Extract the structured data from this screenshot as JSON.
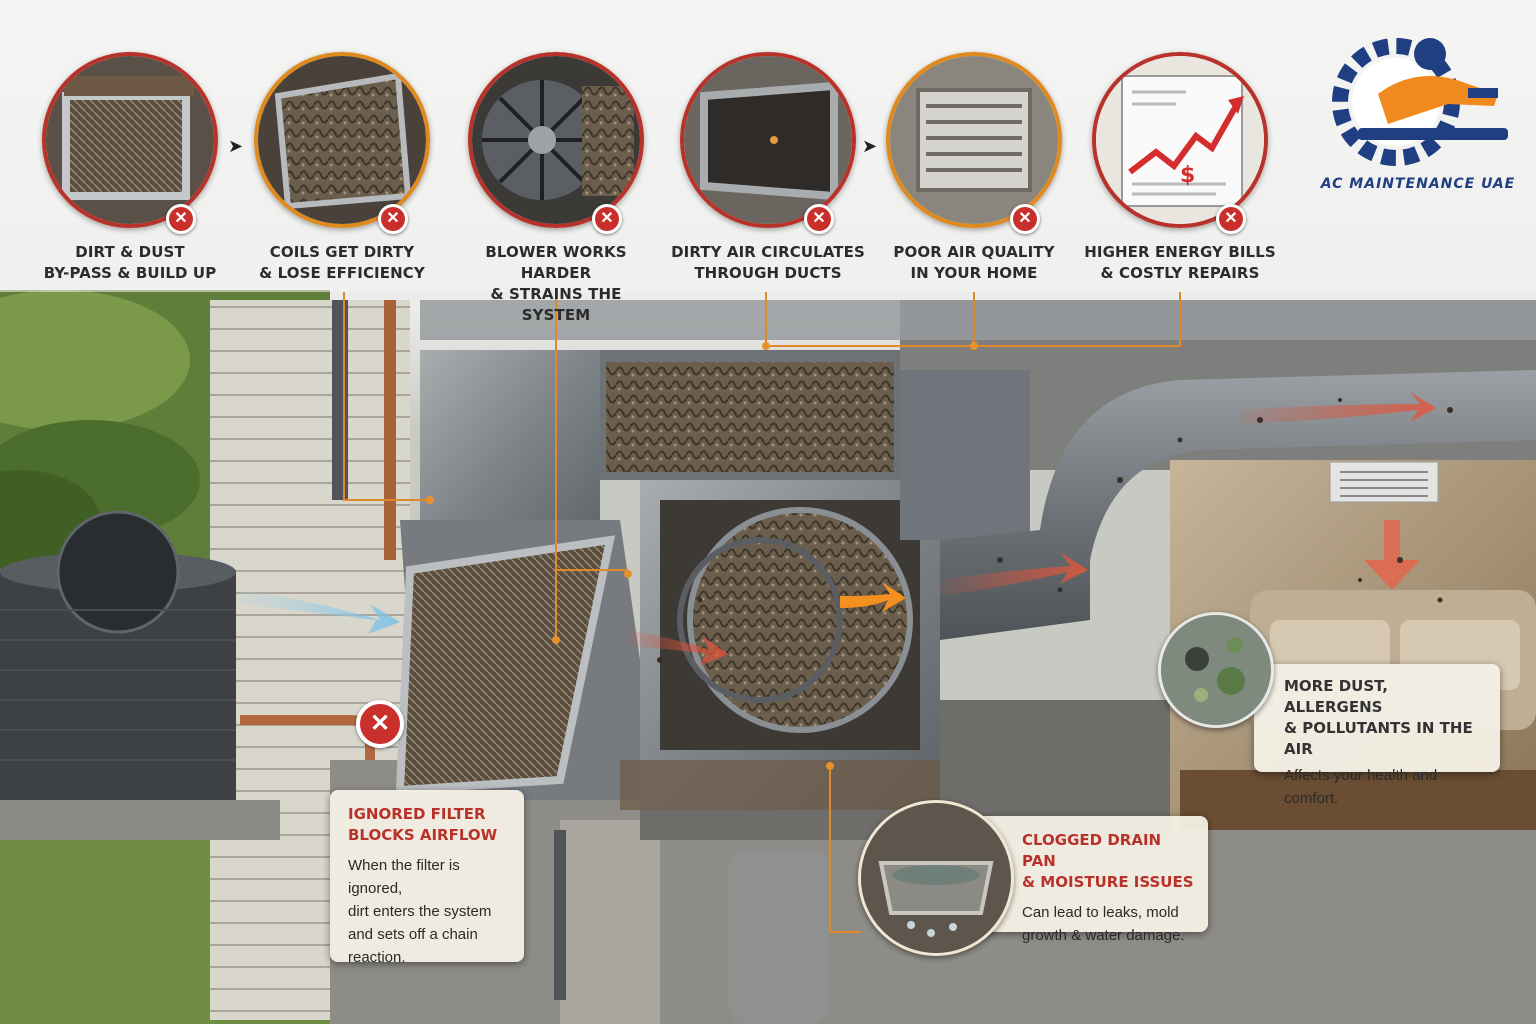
{
  "steps": [
    {
      "line1": "DIRT & DUST",
      "line2": "BY-PASS & BUILD UP",
      "icon": "dirty-filter-icon",
      "ring": "#b8322a"
    },
    {
      "line1": "COILS GET DIRTY",
      "line2": "& LOSE EFFICIENCY",
      "icon": "dirty-coil-icon",
      "ring": "#e08a1e"
    },
    {
      "line1": "BLOWER WORKS HARDER",
      "line2": "& STRAINS THE SYSTEM",
      "icon": "blower-fan-icon",
      "ring": "#b8322a"
    },
    {
      "line1": "DIRTY AIR CIRCULATES",
      "line2": "THROUGH DUCTS",
      "icon": "dirty-duct-icon",
      "ring": "#b8322a"
    },
    {
      "line1": "POOR AIR QUALITY",
      "line2": "IN YOUR HOME",
      "icon": "air-vent-icon",
      "ring": "#e08a1e"
    },
    {
      "line1": "HIGHER ENERGY BILLS",
      "line2": "& COSTLY REPAIRS",
      "icon": "energy-bill-chart-icon",
      "ring": "#b8322a"
    }
  ],
  "logo": {
    "text": "AC MAINTENANCE UAE",
    "icon": "gear-technician-logo-icon"
  },
  "callouts": {
    "filter": {
      "title1": "IGNORED FILTER",
      "title2": "BLOCKS AIRFLOW",
      "body": [
        "When the filter is ignored,",
        "dirt enters the system",
        "and sets off a chain",
        "reaction."
      ]
    },
    "drain": {
      "title1": "CLOGGED DRAIN PAN",
      "title2": "& MOISTURE ISSUES",
      "body": [
        "Can lead to leaks, mold",
        "growth & water damage."
      ]
    },
    "dust": {
      "title1": "MORE DUST, ALLERGENS",
      "title2": "& POLLUTANTS IN THE AIR",
      "body": [
        "Affects your health and",
        "comfort."
      ]
    }
  },
  "colors": {
    "accent_red": "#c9302c",
    "accent_orange": "#e08a1e",
    "connector": "#e0892a",
    "logo_blue": "#1f3f82"
  },
  "bill_symbol": "$"
}
